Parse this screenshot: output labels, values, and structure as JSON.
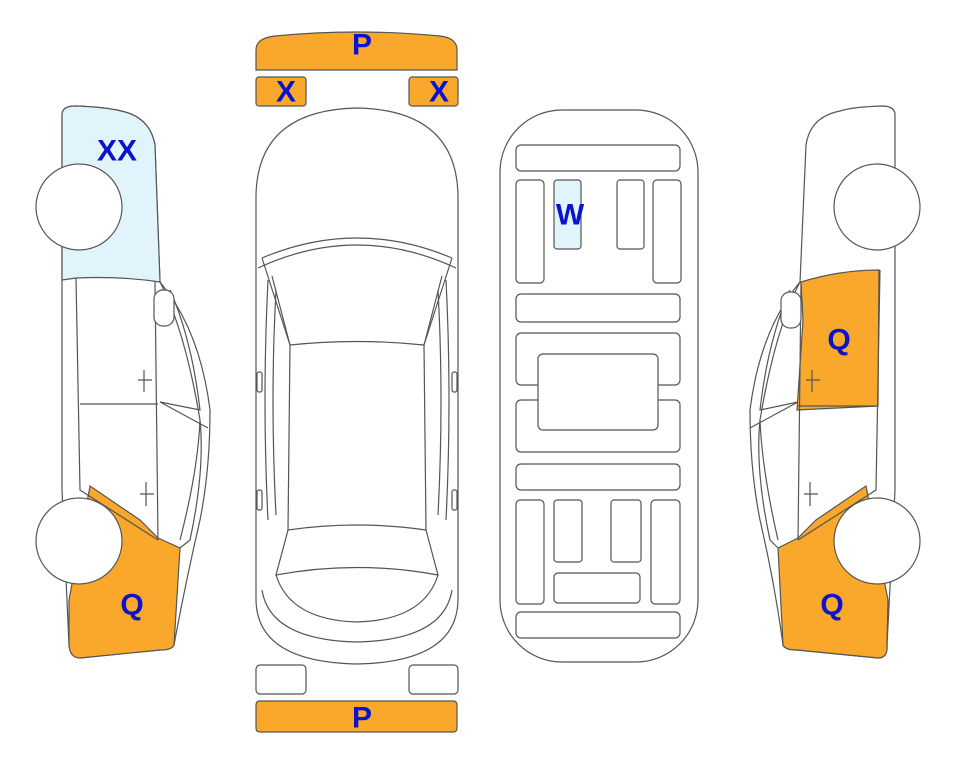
{
  "colors": {
    "damage_orange": "#F9A82B",
    "damage_lightblue": "#E2F4FB",
    "label_blue": "#0A14CC",
    "outline": "#555555"
  },
  "marks": {
    "front_bumper": "P",
    "rear_bumper": "P",
    "left_mirror": "X",
    "right_mirror": "X",
    "left_front_quarter": "XX",
    "left_rear_quarter": "Q",
    "roof_panel": "W",
    "right_rear_door": "Q",
    "right_rear_quarter": "Q"
  }
}
